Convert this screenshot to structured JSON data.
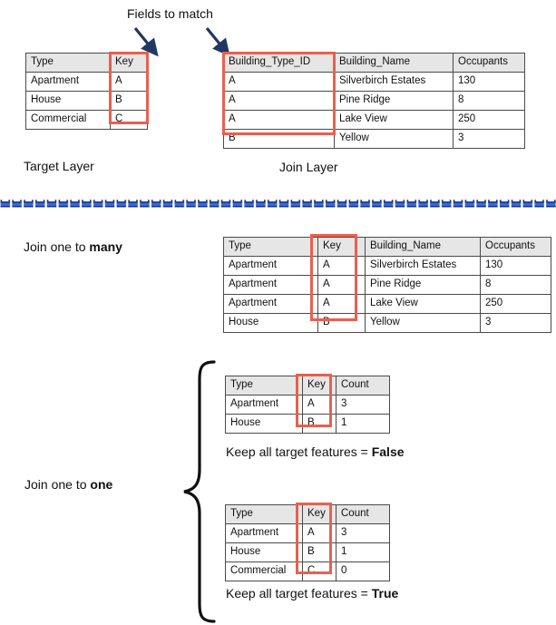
{
  "annotations": {
    "fields_to_match": "Fields to match",
    "target_layer": "Target Layer",
    "join_layer": "Join Layer",
    "join_one_to_many_prefix": "Join one to ",
    "join_one_to_many_emphasis": "many",
    "join_one_to_one_prefix": "Join one to ",
    "join_one_to_one_emphasis": "one",
    "keep_all_prefix": "Keep all target features = ",
    "keep_all_false": "False",
    "keep_all_true": "True"
  },
  "colors": {
    "highlight": "#e8604f",
    "header_fill": "#e6e6e6",
    "grid_line": "#4a4a4a",
    "divider_dark_blue": "#1f3c93",
    "divider_light_blue": "#3a6bd0",
    "arrow": "#1f3864",
    "text": "#111111"
  },
  "target_table": {
    "name": "target-layer-table",
    "headers": [
      "Type",
      "Key"
    ],
    "rows": [
      [
        "Apartment",
        "A"
      ],
      [
        "House",
        "B"
      ],
      [
        "Commercial",
        "C"
      ]
    ],
    "highlighted_column": "Key"
  },
  "join_table": {
    "name": "join-layer-table",
    "headers": [
      "Building_Type_ID",
      "Building_Name",
      "Occupants"
    ],
    "rows": [
      [
        "A",
        "Silverbirch Estates",
        "130"
      ],
      [
        "A",
        "Pine Ridge",
        "8"
      ],
      [
        "A",
        "Lake View",
        "250"
      ],
      [
        "B",
        "Yellow",
        "3"
      ]
    ],
    "highlighted_column": "Building_Type_ID"
  },
  "one_to_many_table": {
    "name": "join-one-to-many-result-table",
    "headers": [
      "Type",
      "Key",
      "Building_Name",
      "Occupants"
    ],
    "rows": [
      [
        "Apartment",
        "A",
        "Silverbirch Estates",
        "130"
      ],
      [
        "Apartment",
        "A",
        "Pine Ridge",
        "8"
      ],
      [
        "Apartment",
        "A",
        "Lake View",
        "250"
      ],
      [
        "House",
        "B",
        "Yellow",
        "3"
      ]
    ],
    "highlighted_column": "Key"
  },
  "one_to_one_false_table": {
    "name": "join-one-to-one-false-table",
    "headers": [
      "Type",
      "Key",
      "Count"
    ],
    "rows": [
      [
        "Apartment",
        "A",
        "3"
      ],
      [
        "House",
        "B",
        "1"
      ]
    ],
    "highlighted_column": "Key"
  },
  "one_to_one_true_table": {
    "name": "join-one-to-one-true-table",
    "headers": [
      "Type",
      "Key",
      "Count"
    ],
    "rows": [
      [
        "Apartment",
        "A",
        "3"
      ],
      [
        "House",
        "B",
        "1"
      ],
      [
        "Commercial",
        "C",
        "0"
      ]
    ],
    "highlighted_column": "Key"
  },
  "icons": {
    "left_arrow": "down-left-arrow-icon",
    "right_arrow": "down-right-arrow-icon",
    "divider": "decorative-blue-dashed-divider",
    "brace": "curly-brace-icon"
  }
}
